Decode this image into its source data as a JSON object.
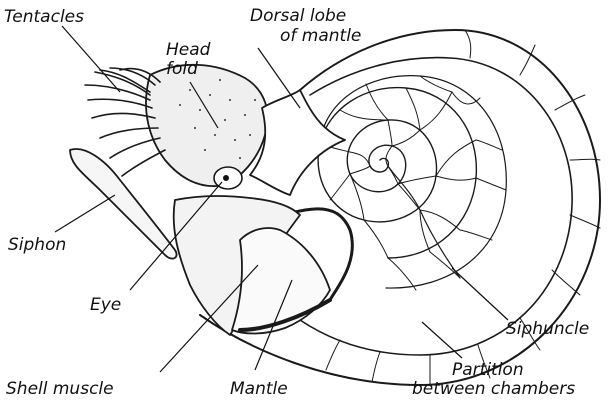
{
  "labels": {
    "tentacles": "Tentacles",
    "head_fold_line1": "Head",
    "head_fold_line2": "fold",
    "dorsal_lobe_line1": "Dorsal lobe",
    "dorsal_lobe_line2": "of mantle",
    "siphon": "Siphon",
    "eye": "Eye",
    "shell_muscle": "Shell muscle",
    "mantle": "Mantle",
    "siphuncle": "Siphuncle",
    "partition_line1": "Partition",
    "partition_line2": "between chambers"
  },
  "colors": {
    "ink": "#111111",
    "background": "#ffffff",
    "body_stipple": "#efefef"
  }
}
